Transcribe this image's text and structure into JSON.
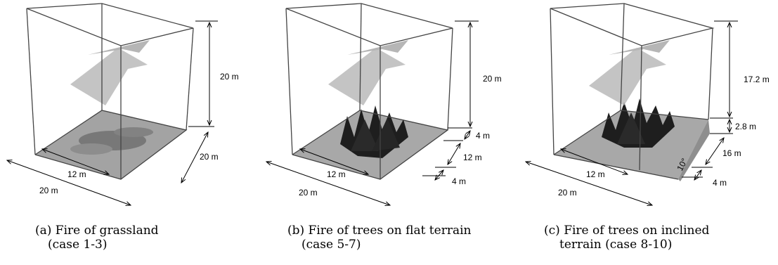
{
  "panels": [
    {
      "id": "a",
      "caption_line1": "(a) Fire of grassland",
      "caption_line2": "(case 1-3)",
      "labels": {
        "height": "20 m",
        "depth": "20 m",
        "width_outer": "20 m",
        "width_inner": "12 m"
      }
    },
    {
      "id": "b",
      "caption_line1": "(b) Fire of trees on flat terrain",
      "caption_line2": "(case 5-7)",
      "labels": {
        "height": "20 m",
        "gap_top": "4 m",
        "depth_mid": "12 m",
        "gap_bottom": "4 m",
        "width_outer": "20 m",
        "width_inner": "12 m"
      }
    },
    {
      "id": "c",
      "caption_line1": "(c) Fire of trees on inclined",
      "caption_line2": "terrain (case 8-10)",
      "labels": {
        "height": "17.2 m",
        "rise": "2.8 m",
        "depth": "16 m",
        "gap_bottom": "4 m",
        "width_outer": "20 m",
        "width_inner": "12 m",
        "angle": "10°"
      }
    }
  ],
  "colors": {
    "edge": "#444444",
    "floor": "#a0a0a0",
    "fire": "#1a1a1a",
    "smoke": "#9a9a9a"
  }
}
